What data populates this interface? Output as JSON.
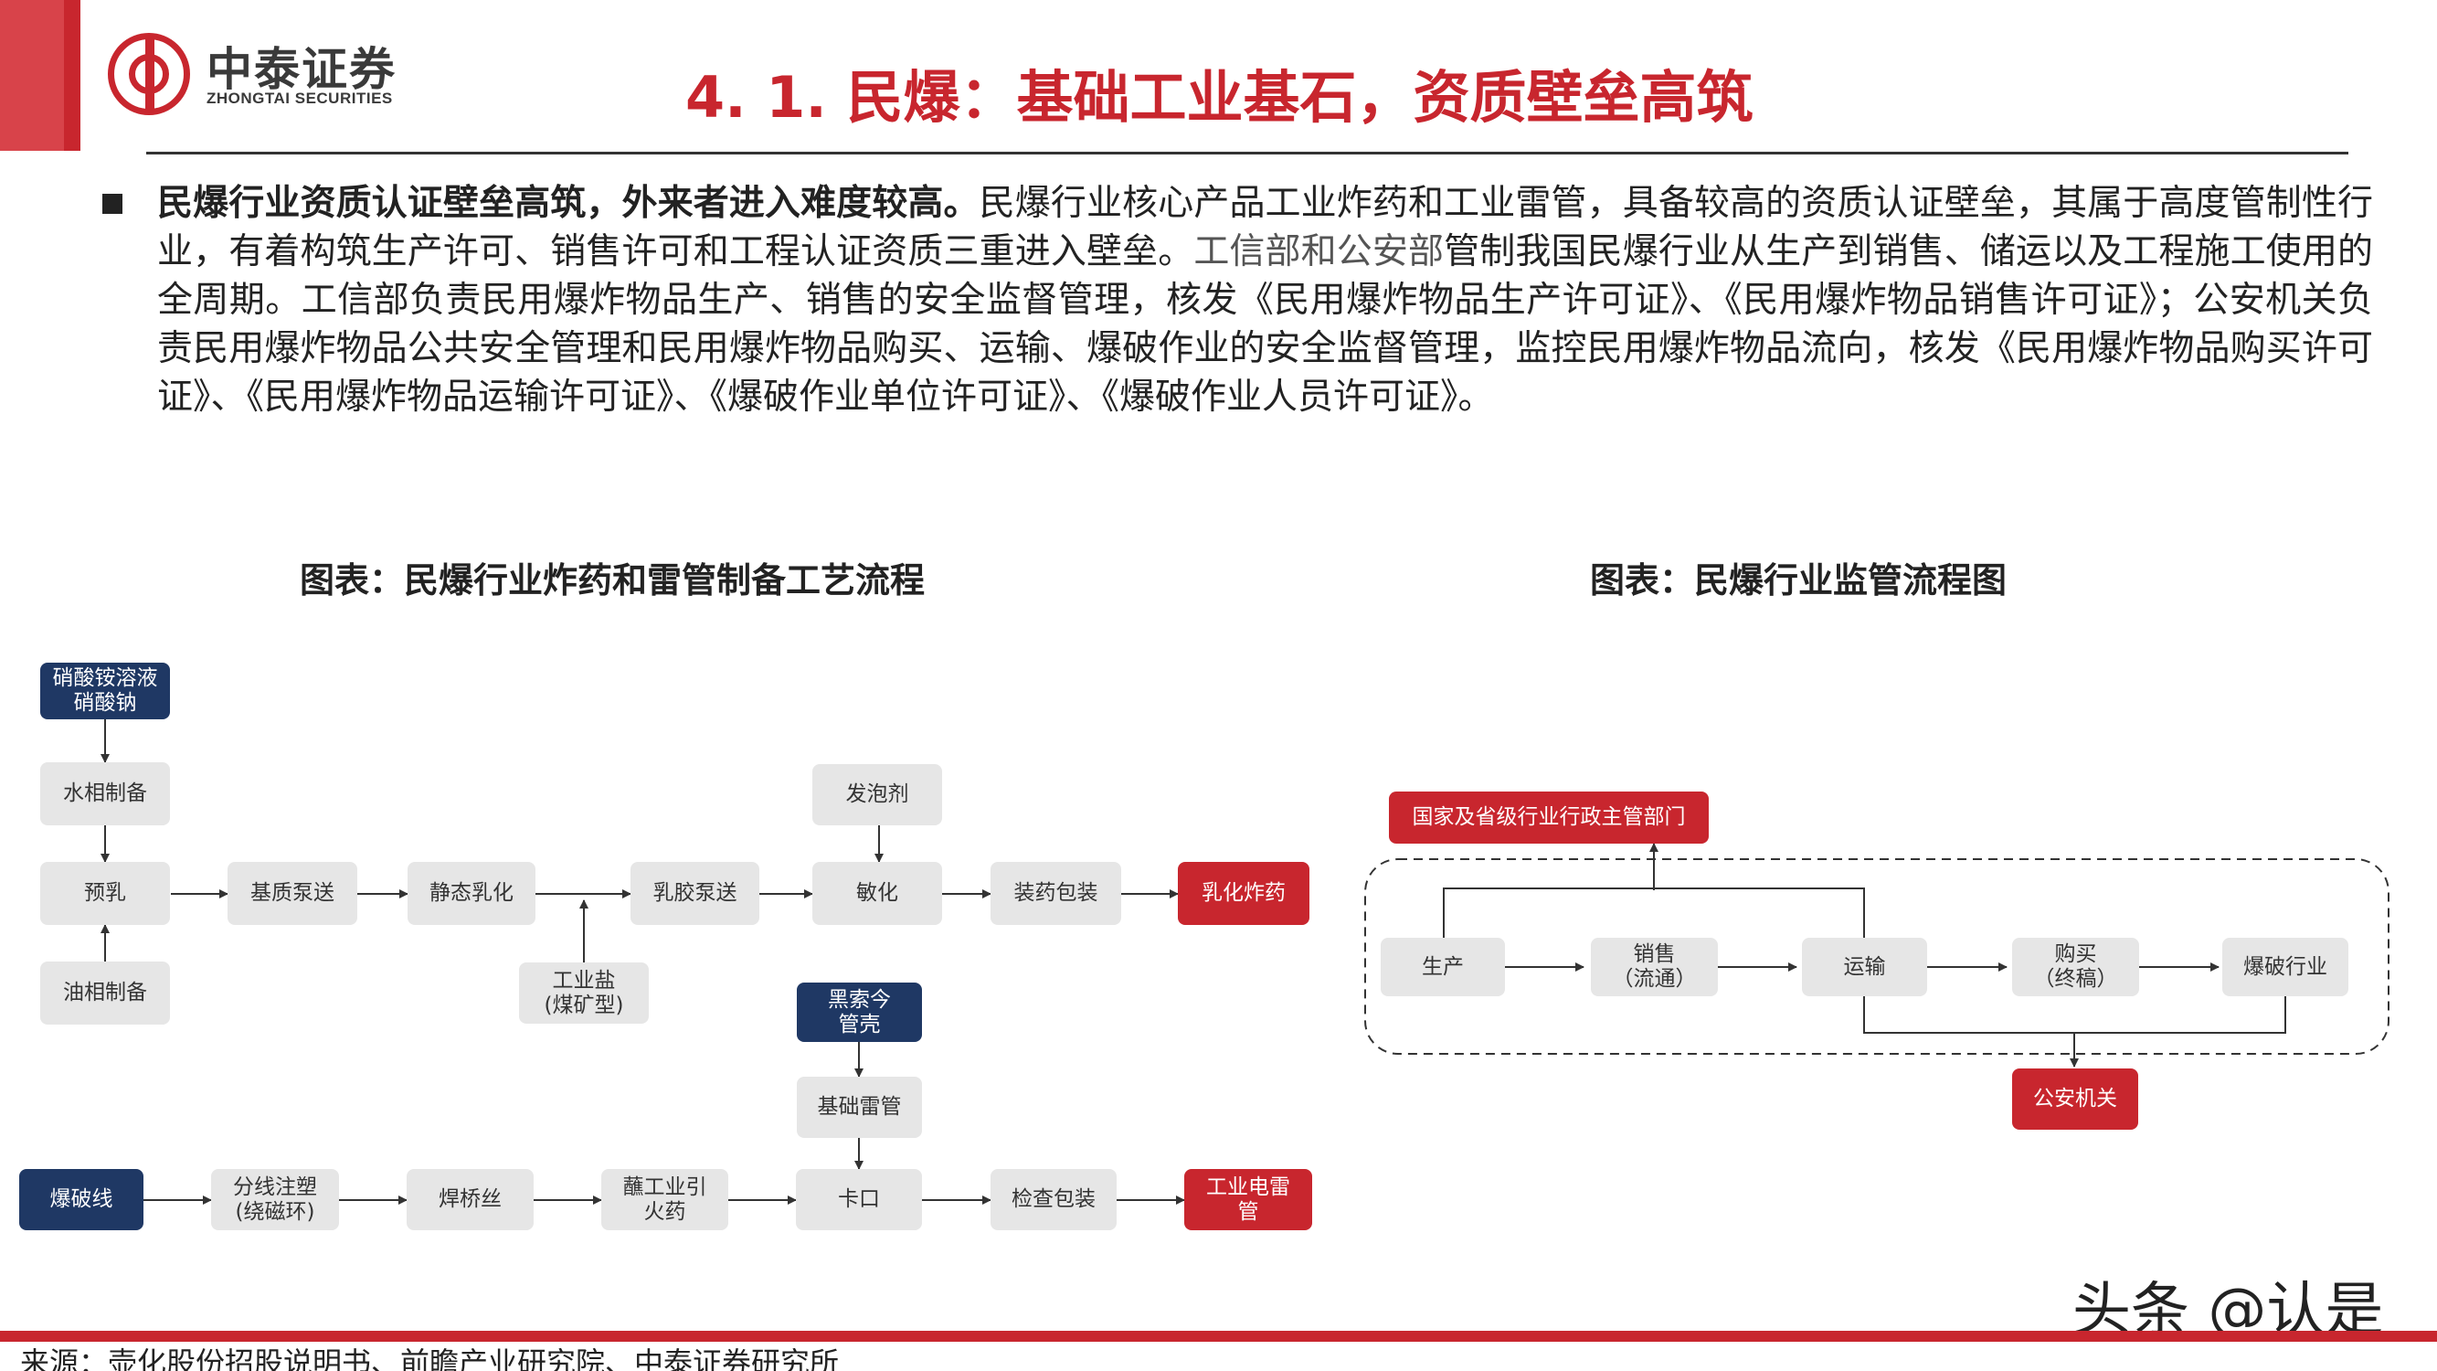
{
  "header": {
    "logo_cn": "中泰证券",
    "logo_en": "ZHONGTAI SECURITIES",
    "title": "4. 1. 民爆：基础工业基石，资质壁垒高筑"
  },
  "body": {
    "lead_bold": "民爆行业资质认证壁垒高筑，外来者进入难度较高。",
    "text_1": "民爆行业核心产品工业炸药和工业雷管，具备较高的资质认证壁垒，其属于高度管制性行业，有着构筑生产许可、销售许可和工程认证资质三重进入壁垒。",
    "text_gray": "工信部和公安部",
    "text_2": "管制我国民爆行业从生产到销售、储运以及工程施工使用的全周期。工信部负责民用爆炸物品生产、销售的安全监督管理，核发《民用爆炸物品生产许可证》、《民用爆炸物品销售许可证》；公安机关负责民用爆炸物品公共安全管理和民用爆炸物品购买、运输、爆破作业的安全监督管理，监控民用爆炸物品流向，核发《民用爆炸物品购买许可证》、《民用爆炸物品运输许可证》、《爆破作业单位许可证》、《爆破作业人员许可证》。"
  },
  "captions": {
    "left": "图表：民爆行业炸药和雷管制备工艺流程",
    "right": "图表：民爆行业监管流程图"
  },
  "left_diagram": {
    "nodes": {
      "n1": "硝酸铵溶液\n硝酸钠",
      "n2": "水相制备",
      "n3": "预乳",
      "n4": "油相制备",
      "n5": "基质泵送",
      "n6": "静态乳化",
      "n7": "工业盐\n(煤矿型)",
      "n8": "乳胶泵送",
      "n9": "发泡剂",
      "n10": "敏化",
      "n11": "装药包装",
      "n12": "乳化炸药",
      "n13": "黑索今\n管壳",
      "n14": "基础雷管",
      "n15": "爆破线",
      "n16": "分线注塑\n(绕磁环)",
      "n17": "焊桥丝",
      "n18": "蘸工业引\n火药",
      "n19": "卡口",
      "n20": "检查包装",
      "n21": "工业电雷\n管"
    },
    "colors": {
      "dark": "#1f3864",
      "red": "#c8262e",
      "gray": "#e6e6e6"
    }
  },
  "right_diagram": {
    "nodes": {
      "r_top": "国家及省级行业行政主管部门",
      "r1": "生产",
      "r2": "销售\n（流通）",
      "r3": "运输",
      "r4": "购买\n（终稿）",
      "r5": "爆破行业",
      "r_bottom": "公安机关"
    }
  },
  "footer": {
    "watermark": "头条 @认是",
    "source": "来源：壶化股份招股说明书、前瞻产业研究院、中泰证券研究所"
  }
}
